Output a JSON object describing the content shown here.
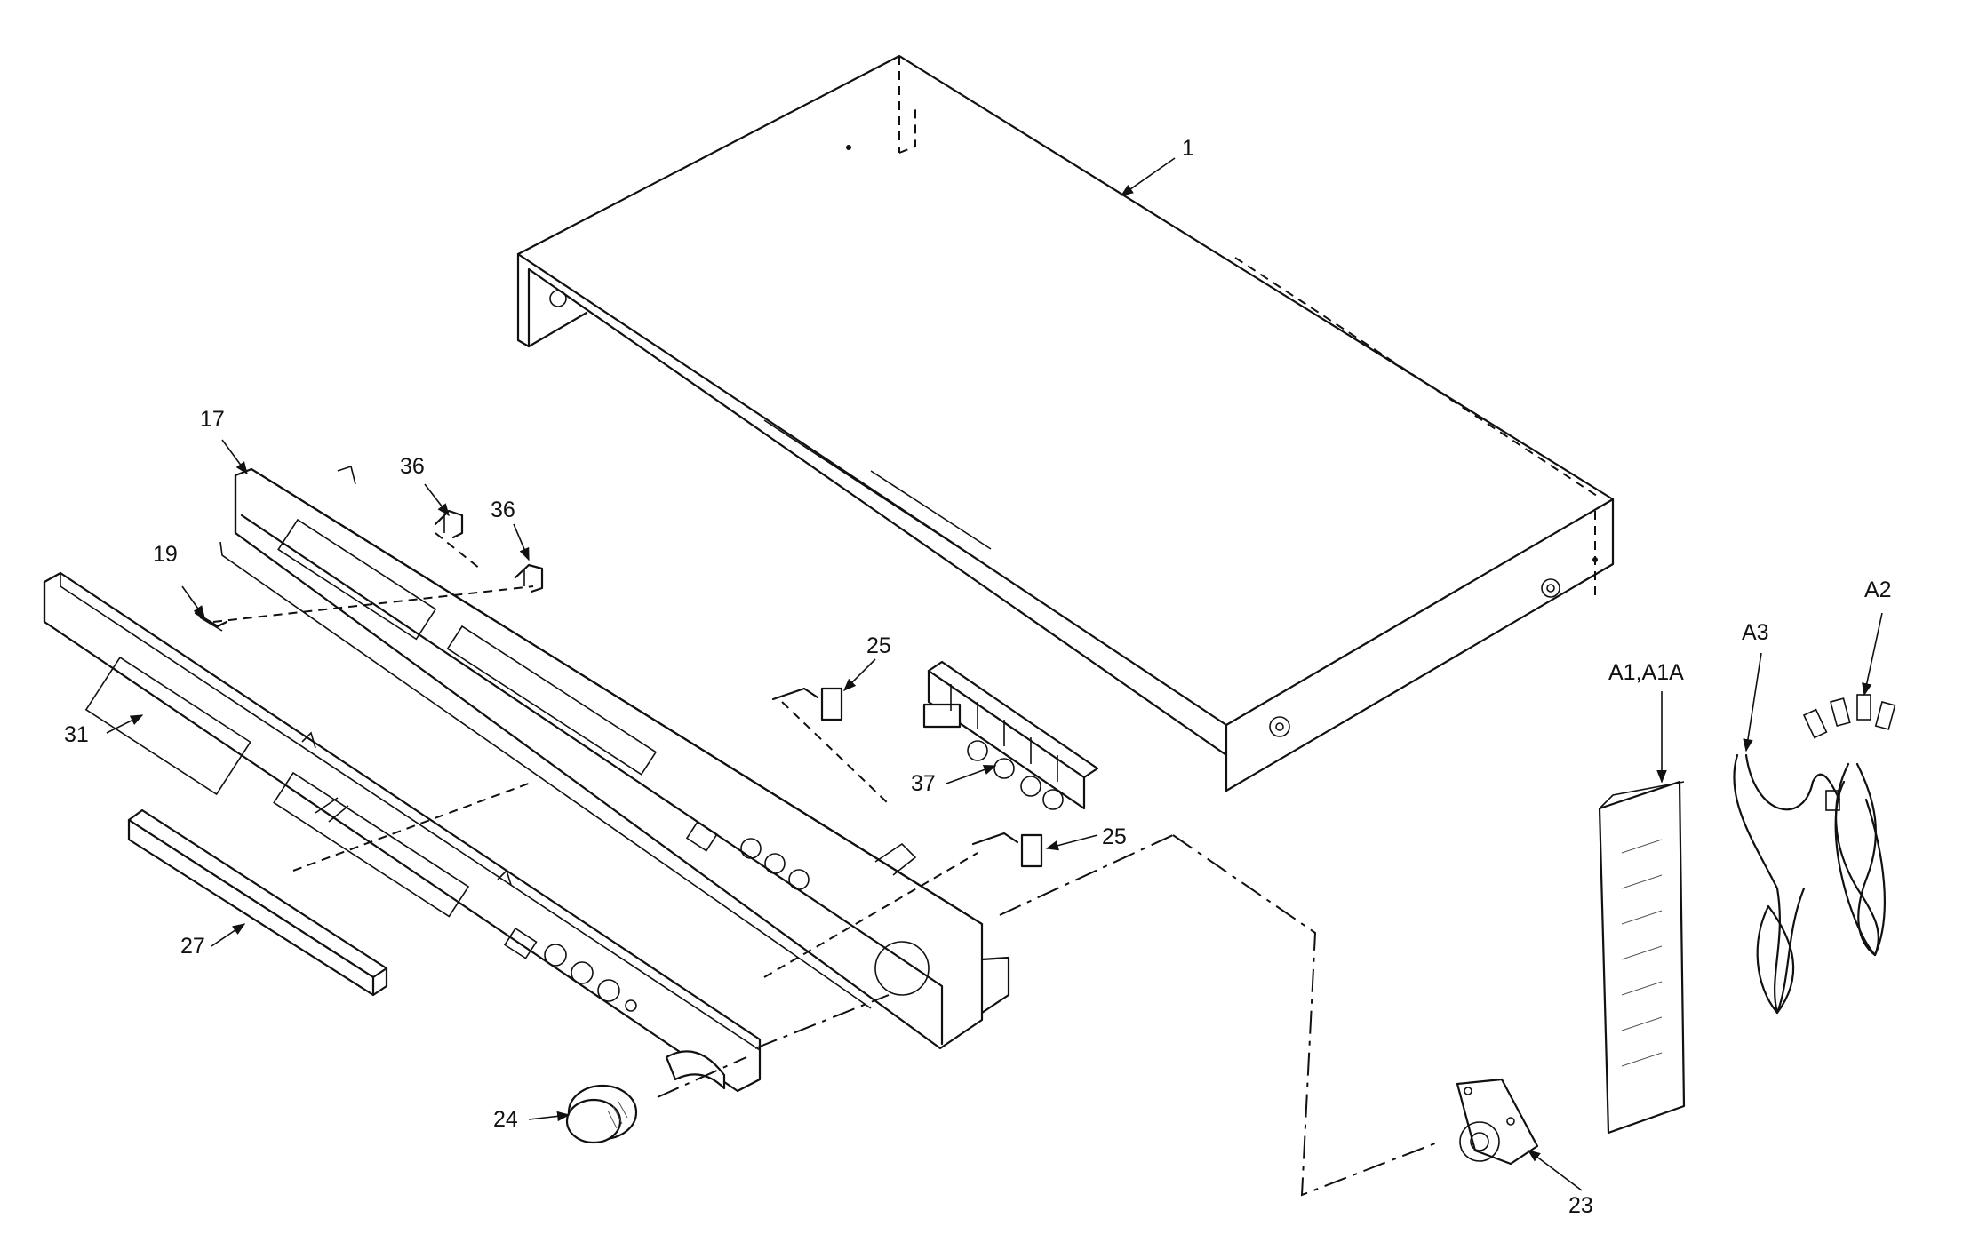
{
  "labels": {
    "l1": "1",
    "l17": "17",
    "l19": "19",
    "l36a": "36",
    "l36b": "36",
    "l31": "31",
    "l27": "27",
    "l25a": "25",
    "l25b": "25",
    "l37": "37",
    "l24": "24",
    "l23": "23",
    "lA1": "A1,A1A",
    "lA2": "A2",
    "lA3": "A3"
  }
}
